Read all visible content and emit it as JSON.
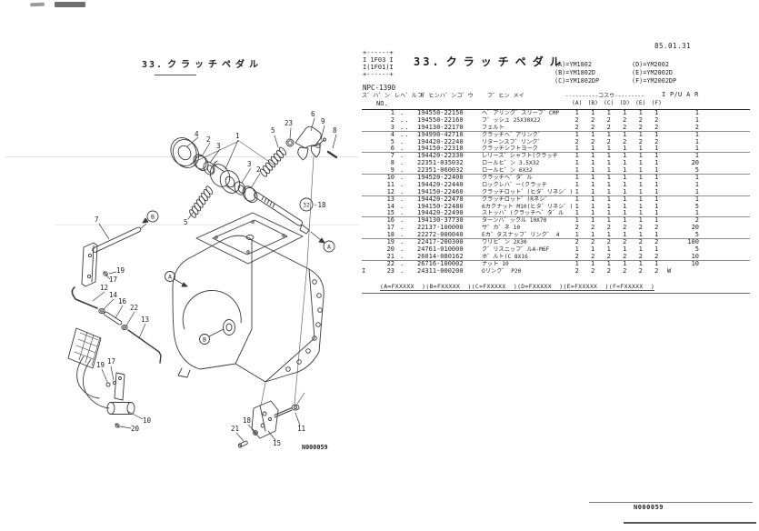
{
  "page": {
    "date": "85.01.31",
    "fiche_line1": "+------+",
    "fiche_line2": "I 1F03 I",
    "fiche_line3": "I(1F01)I",
    "fiche_line4": "+------+",
    "fiche_code": "NPC-1390",
    "sheet_no": "N000059"
  },
  "section_title": {
    "number": "33.",
    "text": "クラッチペダル"
  },
  "models": {
    "a": "(A)=YM1802",
    "d": "(D)=YM2002",
    "b": "(B)=YM1802D",
    "e": "(E)=YM2002D",
    "c": "(C)=YM1802DP",
    "f": "(F)=YM2002DP"
  },
  "table": {
    "header": {
      "zuban": "ス゛ハ゛ン",
      "no": "NO.",
      "level": "レヘ゛ル 0",
      "part_number": "フ゛ヒンハ゛ンコ゛ウ",
      "part_name": "フ゛ヒン メイ",
      "qty_dashes": "----------コスウ---------",
      "ipuar": "I P/U A  R",
      "model_cols": [
        "(A)",
        "(B)",
        "(C)",
        "(D)",
        "(E)",
        "(F)"
      ]
    },
    "rows": [
      {
        "prefix": "",
        "no": "1",
        "level": ".",
        "pn": "194550-22150",
        "name": "ヘ゛アリンク゛スリーフ゛CMP",
        "qty": [
          "1",
          "1",
          "1",
          "1",
          "1",
          "1"
        ],
        "mark": "",
        "pu": "1"
      },
      {
        "prefix": "",
        "no": "2",
        "level": "..",
        "pn": "194550-22160",
        "name": "フ゛ッシュ 25X30X22",
        "qty": [
          "2",
          "2",
          "2",
          "2",
          "2",
          "2"
        ],
        "mark": "",
        "pu": "1"
      },
      {
        "prefix": "",
        "no": "3",
        "level": "..",
        "pn": "194130-22170",
        "name": "フェルト",
        "qty": [
          "2",
          "2",
          "2",
          "2",
          "2",
          "2"
        ],
        "mark": "",
        "pu": "2"
      },
      {
        "prefix": "",
        "no": "4",
        "level": "..",
        "pn": "194990-42710",
        "name": "クラッチヘ゛アリンク゛",
        "qty": [
          "1",
          "1",
          "1",
          "1",
          "1",
          "1"
        ],
        "mark": "",
        "pu": "1"
      },
      {
        "prefix": "",
        "no": "5",
        "level": ".",
        "pn": "194420-22240",
        "name": "リターンスフ゜リンク゛",
        "qty": [
          "2",
          "2",
          "2",
          "2",
          "2",
          "2"
        ],
        "mark": "",
        "pu": "1"
      },
      {
        "prefix": "",
        "no": "6",
        "level": ".",
        "pn": "194150-22310",
        "name": "クラッチシフトヨーク",
        "qty": [
          "1",
          "1",
          "1",
          "1",
          "1",
          "1"
        ],
        "mark": "",
        "pu": "1"
      },
      {
        "prefix": "",
        "no": "7",
        "level": ".",
        "pn": "194420-22330",
        "name": "レリース゛シャフト(クラッチ",
        "qty": [
          "1",
          "1",
          "1",
          "1",
          "1",
          "1"
        ],
        "mark": "",
        "pu": "1"
      },
      {
        "prefix": "",
        "no": "8",
        "level": ".",
        "pn": "22351-035032",
        "name": "ロールヒ゜ン 3.5X32",
        "qty": [
          "1",
          "1",
          "1",
          "1",
          "1",
          "1"
        ],
        "mark": "",
        "pu": "20"
      },
      {
        "prefix": "",
        "no": "9",
        "level": ".",
        "pn": "22351-060032",
        "name": "ロールヒ゜ン 6X32",
        "qty": [
          "1",
          "1",
          "1",
          "1",
          "1",
          "1"
        ],
        "mark": "",
        "pu": "5"
      },
      {
        "prefix": "",
        "no": "10",
        "level": ".",
        "pn": "194520-22400",
        "name": "クラッチヘ゜タ゛ル",
        "qty": [
          "1",
          "1",
          "1",
          "1",
          "1",
          "1"
        ],
        "mark": "",
        "pu": "1"
      },
      {
        "prefix": "",
        "no": "11",
        "level": ".",
        "pn": "194420-22440",
        "name": "ロックレハ゛ー(クラッチ",
        "qty": [
          "1",
          "1",
          "1",
          "1",
          "1",
          "1"
        ],
        "mark": "",
        "pu": "1"
      },
      {
        "prefix": "",
        "no": "12",
        "level": ".",
        "pn": "194150-22460",
        "name": "クラッチロット゛(ヒタ゛リネシ゛)",
        "qty": [
          "1",
          "1",
          "1",
          "1",
          "1",
          "1"
        ],
        "mark": "",
        "pu": "1"
      },
      {
        "prefix": "",
        "no": "13",
        "level": ".",
        "pn": "194420-22470",
        "name": "クラッチロット゛(Rネシ゛",
        "qty": [
          "1",
          "1",
          "1",
          "1",
          "1",
          "1"
        ],
        "mark": "",
        "pu": "1"
      },
      {
        "prefix": "",
        "no": "14",
        "level": ".",
        "pn": "194150-22480",
        "name": "6カクナット M10(ヒタ゛リネシ゛)",
        "qty": [
          "1",
          "1",
          "1",
          "1",
          "1",
          "1"
        ],
        "mark": "",
        "pu": "5"
      },
      {
        "prefix": "",
        "no": "15",
        "level": ".",
        "pn": "194420-22490",
        "name": "ストッハ゜(クラッチヘ゜タ゛ル",
        "qty": [
          "1",
          "1",
          "1",
          "1",
          "1",
          "1"
        ],
        "mark": "",
        "pu": "1"
      },
      {
        "prefix": "",
        "no": "16",
        "level": ".",
        "pn": "194130-37730",
        "name": "ターンハ゛ックル 10X70",
        "qty": [
          "1",
          "1",
          "1",
          "1",
          "1",
          "1"
        ],
        "mark": "",
        "pu": "2"
      },
      {
        "prefix": "",
        "no": "17",
        "level": ".",
        "pn": "22137-100000",
        "name": "サ゛カ゛ネ 10",
        "qty": [
          "2",
          "2",
          "2",
          "2",
          "2",
          "2"
        ],
        "mark": "",
        "pu": "20"
      },
      {
        "prefix": "",
        "no": "18",
        "level": ".",
        "pn": "22272-000040",
        "name": "Eカ゛タスナッフ゜リンク゛ 4",
        "qty": [
          "1",
          "1",
          "1",
          "1",
          "1",
          "1"
        ],
        "mark": "",
        "pu": "5"
      },
      {
        "prefix": "",
        "no": "19",
        "level": ".",
        "pn": "22417-200300",
        "name": "ワリヒ゜ン 2X30",
        "qty": [
          "2",
          "2",
          "2",
          "2",
          "2",
          "2"
        ],
        "mark": "",
        "pu": "100"
      },
      {
        "prefix": "",
        "no": "20",
        "level": ".",
        "pn": "24761-010000",
        "name": "ク゛リスニッフ゜ルA-M6F",
        "qty": [
          "1",
          "1",
          "1",
          "1",
          "1",
          "1"
        ],
        "mark": "",
        "pu": "5"
      },
      {
        "prefix": "",
        "no": "21",
        "level": ".",
        "pn": "26014-080162",
        "name": "ホ゛ルト(C 8X16",
        "qty": [
          "2",
          "2",
          "2",
          "2",
          "2",
          "2"
        ],
        "mark": "",
        "pu": "10"
      },
      {
        "prefix": "",
        "no": "22",
        "level": ".",
        "pn": "26716-100002",
        "name": "ナット 10",
        "qty": [
          "1",
          "1",
          "1",
          "1",
          "1",
          "1"
        ],
        "mark": "",
        "pu": "10"
      },
      {
        "prefix": "I",
        "no": "23",
        "level": ".",
        "pn": "24311-000200",
        "name": "Oリンク゛ P20",
        "qty": [
          "2",
          "2",
          "2",
          "2",
          "2",
          "2"
        ],
        "mark": "W",
        "pu": ""
      }
    ],
    "footer": "(A=FXXXXX  )(B=FXXXXX  )(C=FXXXXX  )(D=FXXXXX  )(E=FXXXXX  )(F=FXXXXX  )"
  },
  "diagram": {
    "callouts": [
      "4",
      "2",
      "3",
      "1",
      "3",
      "2",
      "5",
      "23",
      "6",
      "9",
      "8",
      "5",
      "7",
      "B",
      "19",
      "17",
      "12",
      "14",
      "16",
      "22",
      "13",
      "A",
      "32",
      "-18",
      "A",
      "B",
      "19",
      "17",
      "10",
      "20",
      "21",
      "18",
      "15",
      "11"
    ],
    "sheet_no": "N000059"
  }
}
